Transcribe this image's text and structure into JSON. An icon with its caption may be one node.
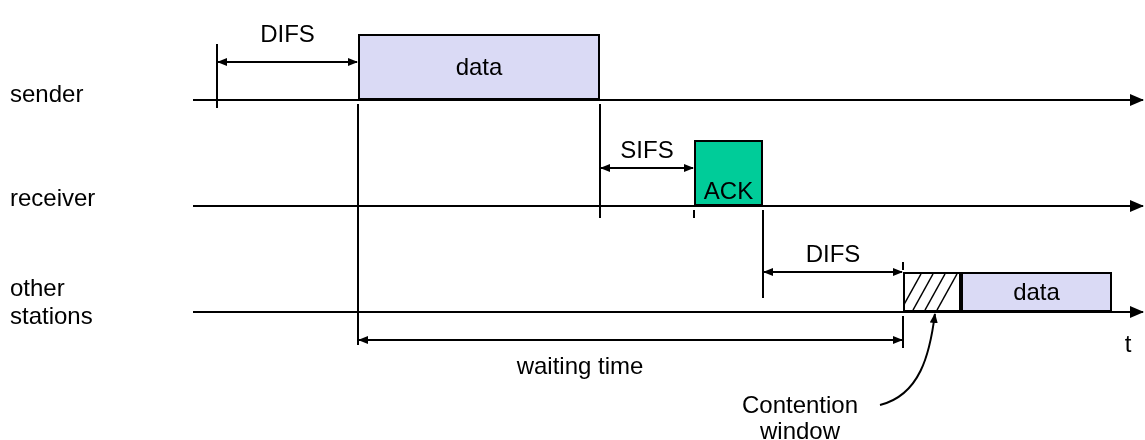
{
  "diagram": {
    "nodes": [
      {
        "text": [
          "data"
        ]
      },
      {
        "text": [
          "ACK"
        ]
      },
      {
        "text": [],
        "shape": "box"
      },
      {
        "text": [
          "data"
        ]
      },
      {
        "text": [
          "Contention window"
        ]
      }
    ],
    "edges": [
      {
        "from": 4,
        "to": 2,
        "arrow": "to"
      }
    ],
    "labels": [
      "sender",
      "receiver",
      "other stations",
      "t",
      "DIFS",
      "SIFS",
      "DIFS",
      "waiting time"
    ]
  }
}
